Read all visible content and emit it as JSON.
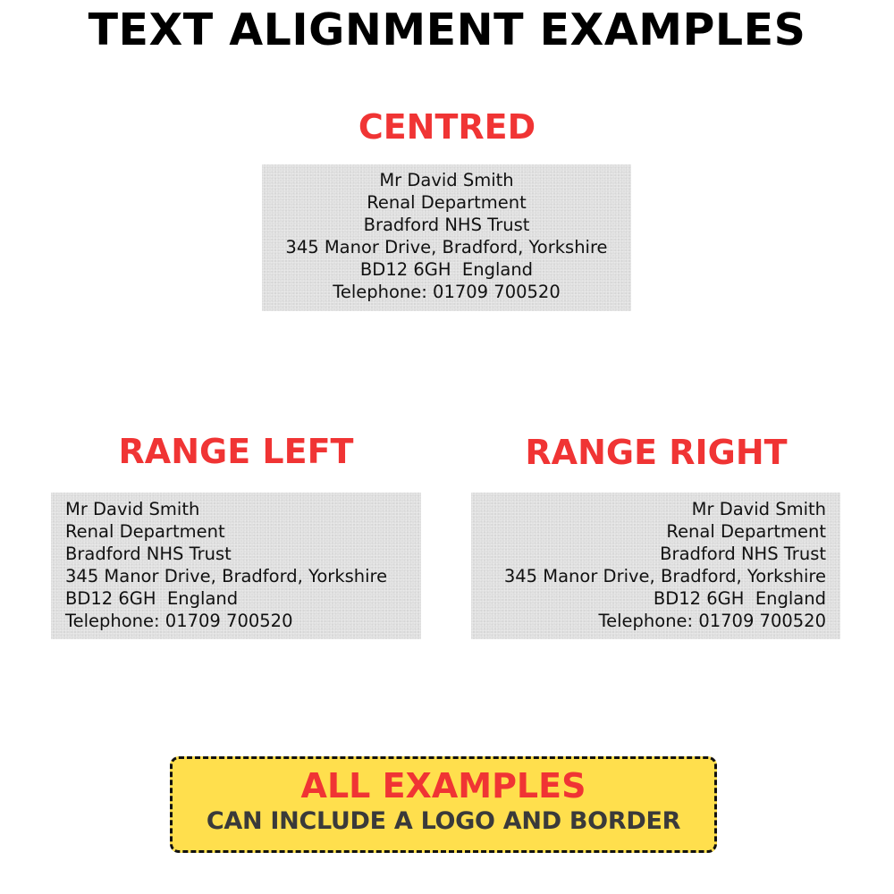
{
  "title": "TEXT ALIGNMENT EXAMPLES",
  "colors": {
    "heading_red": "#f03434",
    "title_black": "#000000",
    "box_gray": "#dedede",
    "note_yellow": "#ffdf4d",
    "note_text_dark": "#3a3a3a"
  },
  "examples": {
    "centred": {
      "heading": "CENTRED",
      "lines": [
        "Mr David Smith",
        "Renal Department",
        "Bradford NHS Trust",
        "345 Manor Drive, Bradford, Yorkshire",
        "BD12 6GH  England",
        "Telephone: 01709 700520"
      ]
    },
    "range_left": {
      "heading": "RANGE LEFT",
      "lines": [
        "Mr David Smith",
        "Renal Department",
        "Bradford NHS Trust",
        "345 Manor Drive, Bradford, Yorkshire",
        "BD12 6GH  England",
        "Telephone: 01709 700520"
      ]
    },
    "range_right": {
      "heading": "RANGE RIGHT",
      "lines": [
        "Mr David Smith",
        "Renal Department",
        "Bradford NHS Trust",
        "345 Manor Drive, Bradford, Yorkshire",
        "BD12 6GH  England",
        "Telephone: 01709 700520"
      ]
    }
  },
  "note": {
    "heading": "ALL EXAMPLES",
    "subheading": "CAN INCLUDE A LOGO AND BORDER"
  }
}
